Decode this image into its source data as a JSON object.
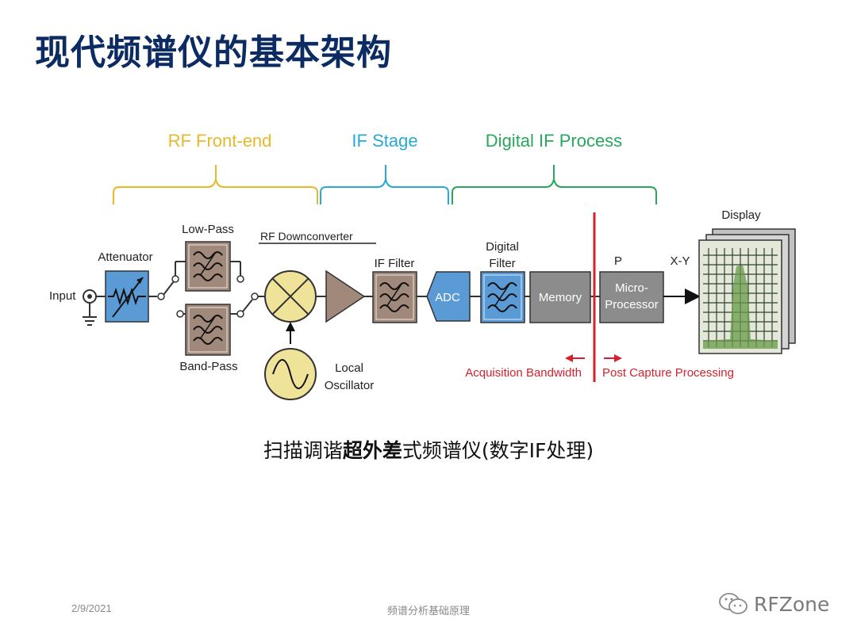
{
  "title": "现代频谱仪的基本架构",
  "diagram": {
    "sections": [
      {
        "label": "RF Front-end",
        "color": "#e8b82a"
      },
      {
        "label": "IF Stage",
        "color": "#2aa8d6"
      },
      {
        "label": "Digital IF Process",
        "color": "#27a85a"
      }
    ],
    "labels": {
      "input": "Input",
      "attenuator": "Attenuator",
      "low_pass": "Low-Pass",
      "band_pass": "Band-Pass",
      "rf_downconverter": "RF Downconverter",
      "local": "Local",
      "oscillator": "Oscillator",
      "if_filter": "IF Filter",
      "adc": "ADC",
      "digital": "Digital",
      "filter": "Filter",
      "memory": "Memory",
      "p": "P",
      "micro": "Micro-",
      "processor": "Processor",
      "xy": "X-Y",
      "display": "Display",
      "acquisition_bandwidth": "Acquisition Bandwidth",
      "post_capture": "Post Capture Processing"
    },
    "colors": {
      "blue_block": "#5b9bd5",
      "brown_block": "#a0897a",
      "gray_block": "#8c8c8c",
      "mixer_fill": "#efe39a",
      "divider": "#d6202c",
      "display_green": "#6a9b4a"
    }
  },
  "caption": {
    "prefix": "扫描调谐",
    "bold": "超外差",
    "suffix": "式频谱仪(数字IF处理)"
  },
  "footer": {
    "date": "2/9/2021",
    "center": "频谱分析基础原理",
    "brand": "RFZone"
  }
}
